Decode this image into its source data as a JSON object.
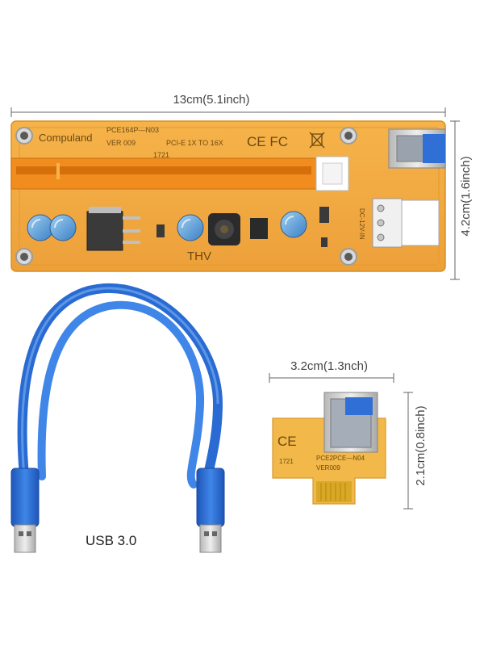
{
  "dimensions": {
    "riser_width": "13cm(5.1inch)",
    "riser_height": "4.2cm(1.6inch)",
    "adapter_width": "3.2cm(1.3nch)",
    "adapter_height": "2.1cm(0.8inch)"
  },
  "riser_board": {
    "brand": "Compuland",
    "model": "PCE164P—N03",
    "version": "VER 009",
    "slot_label": "PCI-E 1X TO 16X",
    "marks": "CE FC",
    "silkscreen": "THV",
    "power_label": "DC-12V-IN",
    "date_code": "1721"
  },
  "adapter_board": {
    "model": "PCE2PCE—N04",
    "version": "VER009",
    "marks": "CE",
    "date_code": "1721"
  },
  "cable": {
    "label": "USB 3.0"
  },
  "colors": {
    "pcb": "#f2a93b",
    "pcb_dark": "#e08a1c",
    "slot": "#f08c1e",
    "usb_blue": "#2f6fd6",
    "cable_blue": "#3a7fe0",
    "metal": "#c9c9c9"
  }
}
